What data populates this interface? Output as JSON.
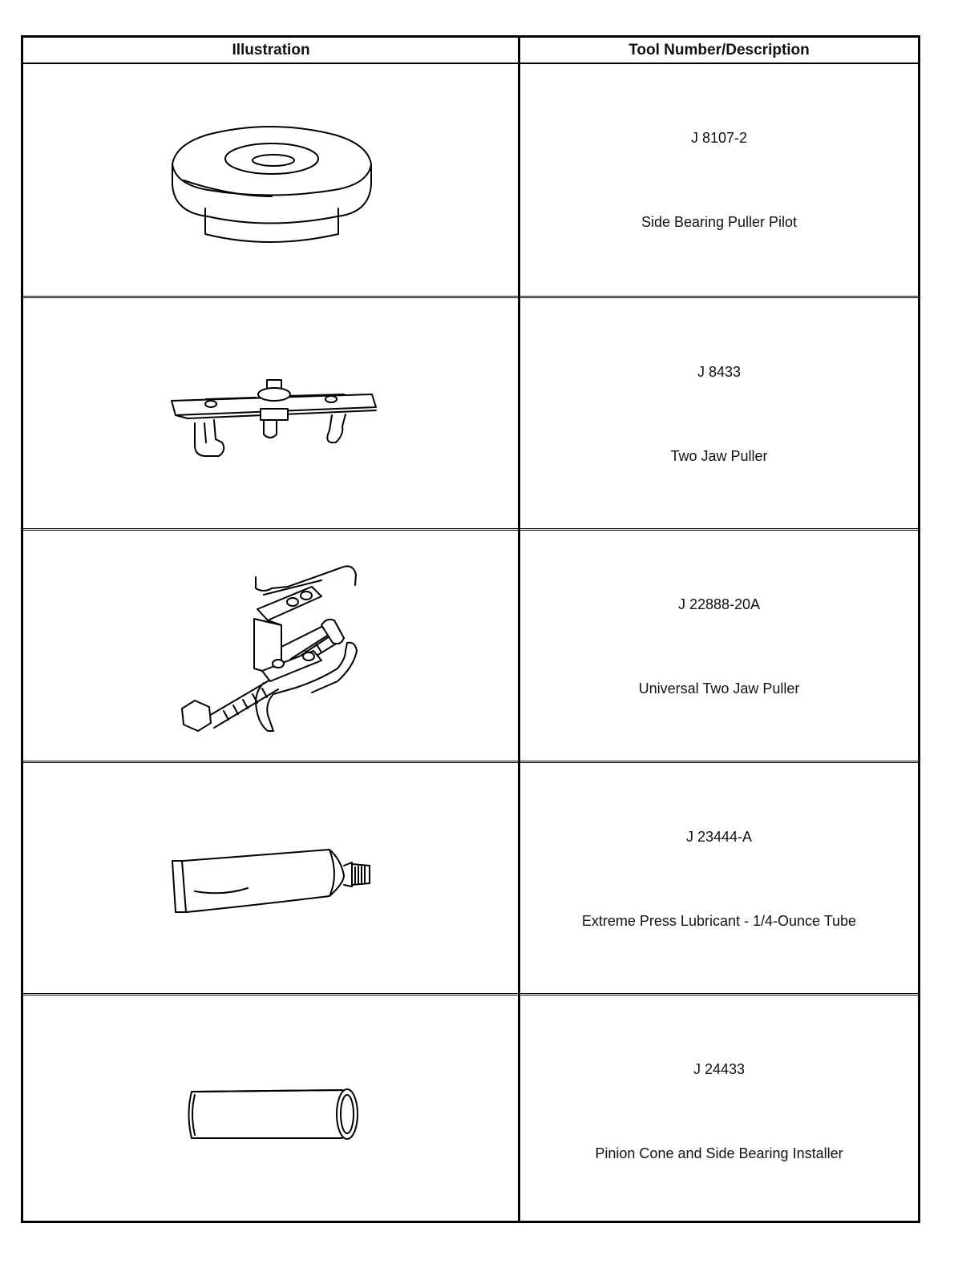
{
  "table": {
    "headers": {
      "illustration": "Illustration",
      "description": "Tool Number/Description"
    },
    "rows": [
      {
        "number": "J 8107-2",
        "name": "Side Bearing Puller Pilot",
        "icon": "bearing-puller-pilot-icon"
      },
      {
        "number": "J 8433",
        "name": "Two Jaw Puller",
        "icon": "two-jaw-puller-icon"
      },
      {
        "number": "J 22888-20A",
        "name": "Universal Two Jaw Puller",
        "icon": "universal-two-jaw-puller-icon"
      },
      {
        "number": "J 23444-A",
        "name": "Extreme Press Lubricant - 1/4-Ounce Tube",
        "icon": "lubricant-tube-icon"
      },
      {
        "number": "J 24433",
        "name": "Pinion Cone and Side Bearing Installer",
        "icon": "bearing-installer-icon"
      }
    ]
  }
}
